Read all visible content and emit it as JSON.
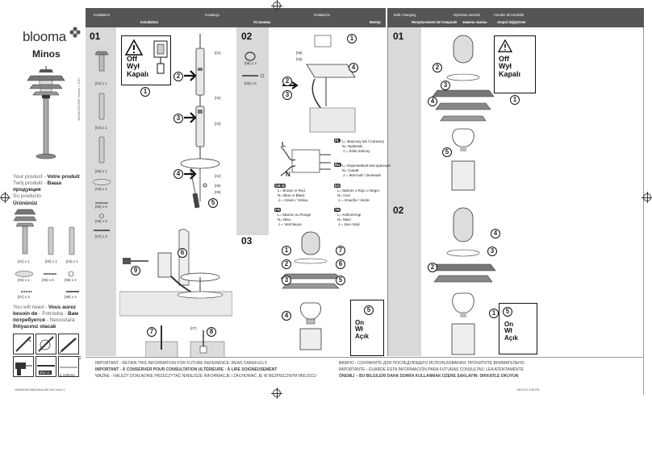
{
  "cover": {
    "brand": "blooma",
    "product": "Minos",
    "side_code": "3663602601966 Version 1 2011",
    "your_product": [
      "Your product",
      "Votre produit",
      "Twój produkt",
      "Ваша продукция",
      "Su producto",
      "Ürününüz"
    ],
    "you_need": [
      "You will need",
      "Vous aurez besoin de",
      "Potrzeba",
      "Вам потребуется",
      "Necesitará",
      "İhtiyacınız olacak"
    ],
    "parts": [
      "[01] x 1",
      "[02] x 1",
      "[03] x 1",
      "[04] x 1",
      "[05] x 6",
      "[06] x 3",
      "[07] x 3",
      "[08] x 3"
    ],
    "tool_size": "Ø6mm",
    "tool_length": "≥ 140mm"
  },
  "header": {
    "installation": [
      "Installation",
      "Instalacja",
      "Instalación"
    ],
    "installation_sub": [
      "Installation",
      "Установка",
      "Montaj"
    ],
    "bulb": [
      "Bulb Changing",
      "Wymiana żarówki",
      "Cambio de bombilla"
    ],
    "bulb_sub": [
      "Remplacement de l'ampoule",
      "Замена лампы",
      "Ampul değiştirme"
    ]
  },
  "steps": {
    "s01": "01",
    "s02": "02",
    "s03": "03",
    "b01": "01",
    "b02": "02"
  },
  "warnings": {
    "off": [
      "Off",
      "Wył",
      "Kapalı"
    ],
    "on": [
      "On",
      "Wł",
      "Açık"
    ]
  },
  "part_labels": {
    "p01": "[01]",
    "p02": "[02]",
    "p03": "[03]",
    "p04": "[04]",
    "p05": "[05]",
    "p06": "[06]",
    "p07": "[07]",
    "p08": "[08]"
  },
  "wiring": {
    "pl": [
      "L= Brązowy lub Czarwony",
      "N= Niebieski",
      "⏚= Żółto-Zielony"
    ],
    "ru": [
      "L= Коричневый или красный",
      "N= Синий",
      "⏚= Жёлтый / Зеленый"
    ],
    "gb": [
      "L= Brown or Red",
      "N= Blue or Black",
      "⏚= Green / Yellow"
    ],
    "es": [
      "L= Marrón o Rojo o Negro",
      "N= Azul",
      "⏚= Amarillo / Verde"
    ],
    "fr": [
      "L= Marron ou Rouge",
      "N= Bleu",
      "⏚= Vert/Jaune"
    ],
    "tr": [
      "L= Kahverengi",
      "N= Mavi",
      "⏚= Sarı-Yeşil"
    ],
    "tags": {
      "pl": "PL",
      "ru": "RU",
      "gb": "GB IE",
      "es": "ES",
      "fr": "FR",
      "tr": "TR"
    }
  },
  "footer": {
    "left": [
      "IMPORTANT - RETAIN THIS INFORMATION FOR FUTURE REFERENCE: READ CAREFULLY",
      "IMPORTANT - À CONSERVER POUR CONSULTATION ULTÉRIEURE : À LIRE SOIGNEUSEMENT",
      "WAŻNE - NALEŻY DOKŁADNIE PRZECZYTAĆ NINIEJSZE INFORMACJE I ZACHOWAĆ JE W BEZPIECZNYM MIEJSCU"
    ],
    "right": [
      "ВАЖНО - СОХРАНИТЕ ДЛЯ ПОСЛЕДУЮЩЕГО ИСПОЛЬЗОВАНИЯ: ПРОЧИТИТЕ ВНИМАТЕЛЬНО",
      "IMPORTANTE - GUARDE ESTA INFORMACIÓN PARA FUTURAS CONSULTAS: LEA ATENTAMENTE",
      "ÖNEMLİ – BU BILGILERI DAHA SONRA KULLANMAK ÜZERE SAKLAYIN: DIKKATLE OKUYUN"
    ],
    "print_left": "3663602601966-Minos-BK-IM-Cev4d 1",
    "print_right": "15/12/10 3:56 PM",
    "page_mark": "2"
  }
}
